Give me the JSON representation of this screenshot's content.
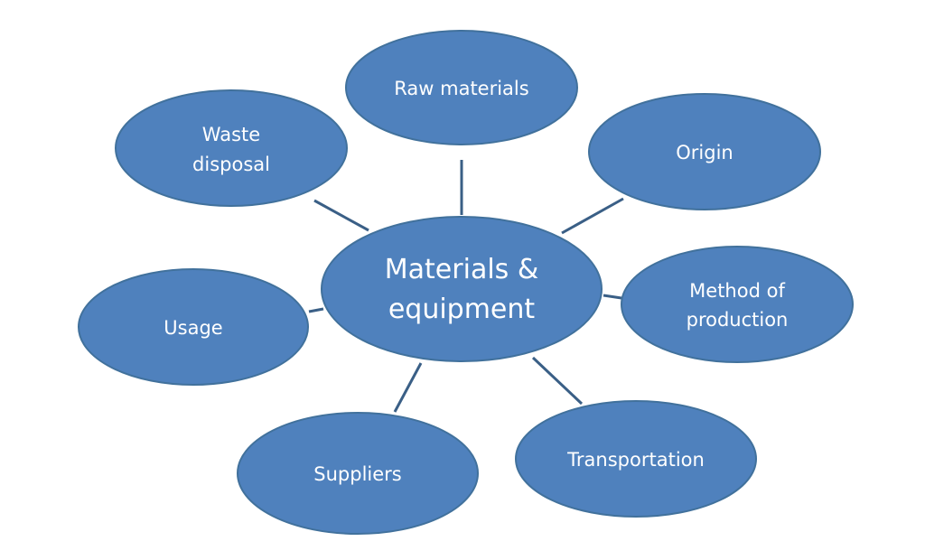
{
  "diagram": {
    "center": {
      "lines": [
        "Materials &",
        "equipment"
      ]
    },
    "nodes": [
      {
        "key": "raw-materials",
        "lines": [
          "Raw materials"
        ]
      },
      {
        "key": "origin",
        "lines": [
          "Origin"
        ]
      },
      {
        "key": "method-of-production",
        "lines": [
          "Method of",
          "production"
        ]
      },
      {
        "key": "transportation",
        "lines": [
          "Transportation"
        ]
      },
      {
        "key": "suppliers",
        "lines": [
          "Suppliers"
        ]
      },
      {
        "key": "usage",
        "lines": [
          "Usage"
        ]
      },
      {
        "key": "waste-disposal",
        "lines": [
          "Waste",
          "disposal"
        ]
      }
    ],
    "colors": {
      "node_fill": "#4f81bd",
      "node_stroke": "#41719c",
      "connector": "#3a5f86",
      "text": "#ffffff"
    }
  }
}
